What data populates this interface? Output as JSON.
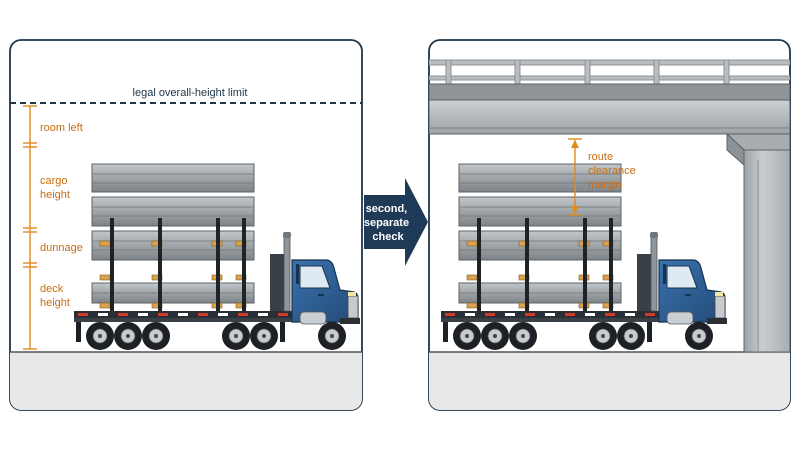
{
  "left_panel": {
    "limit_label": "legal overall-height limit",
    "dims": [
      {
        "id": "room",
        "lines": [
          "room left"
        ]
      },
      {
        "id": "cargo",
        "lines": [
          "cargo",
          "height"
        ]
      },
      {
        "id": "dunnage",
        "lines": [
          "dunnage"
        ]
      },
      {
        "id": "deck",
        "lines": [
          "deck",
          "height"
        ]
      }
    ]
  },
  "arrow": {
    "lines": [
      "second,",
      "separate",
      "check"
    ]
  },
  "right_panel": {
    "clearance_lines": [
      "route",
      "clearance",
      "margin"
    ]
  },
  "colors": {
    "dimension": "#e08a1e",
    "label_text": "#c96d10",
    "panel_border": "#1f3447",
    "arrow_fill": "#1f3a56",
    "cab_blue": "#2e5f96",
    "steel": "#9ea3a7",
    "strap": "#1e2328",
    "dunnage_wood": "#d9a24e",
    "bridge": "#b5b9bc",
    "ground": "#e6e6e6"
  }
}
